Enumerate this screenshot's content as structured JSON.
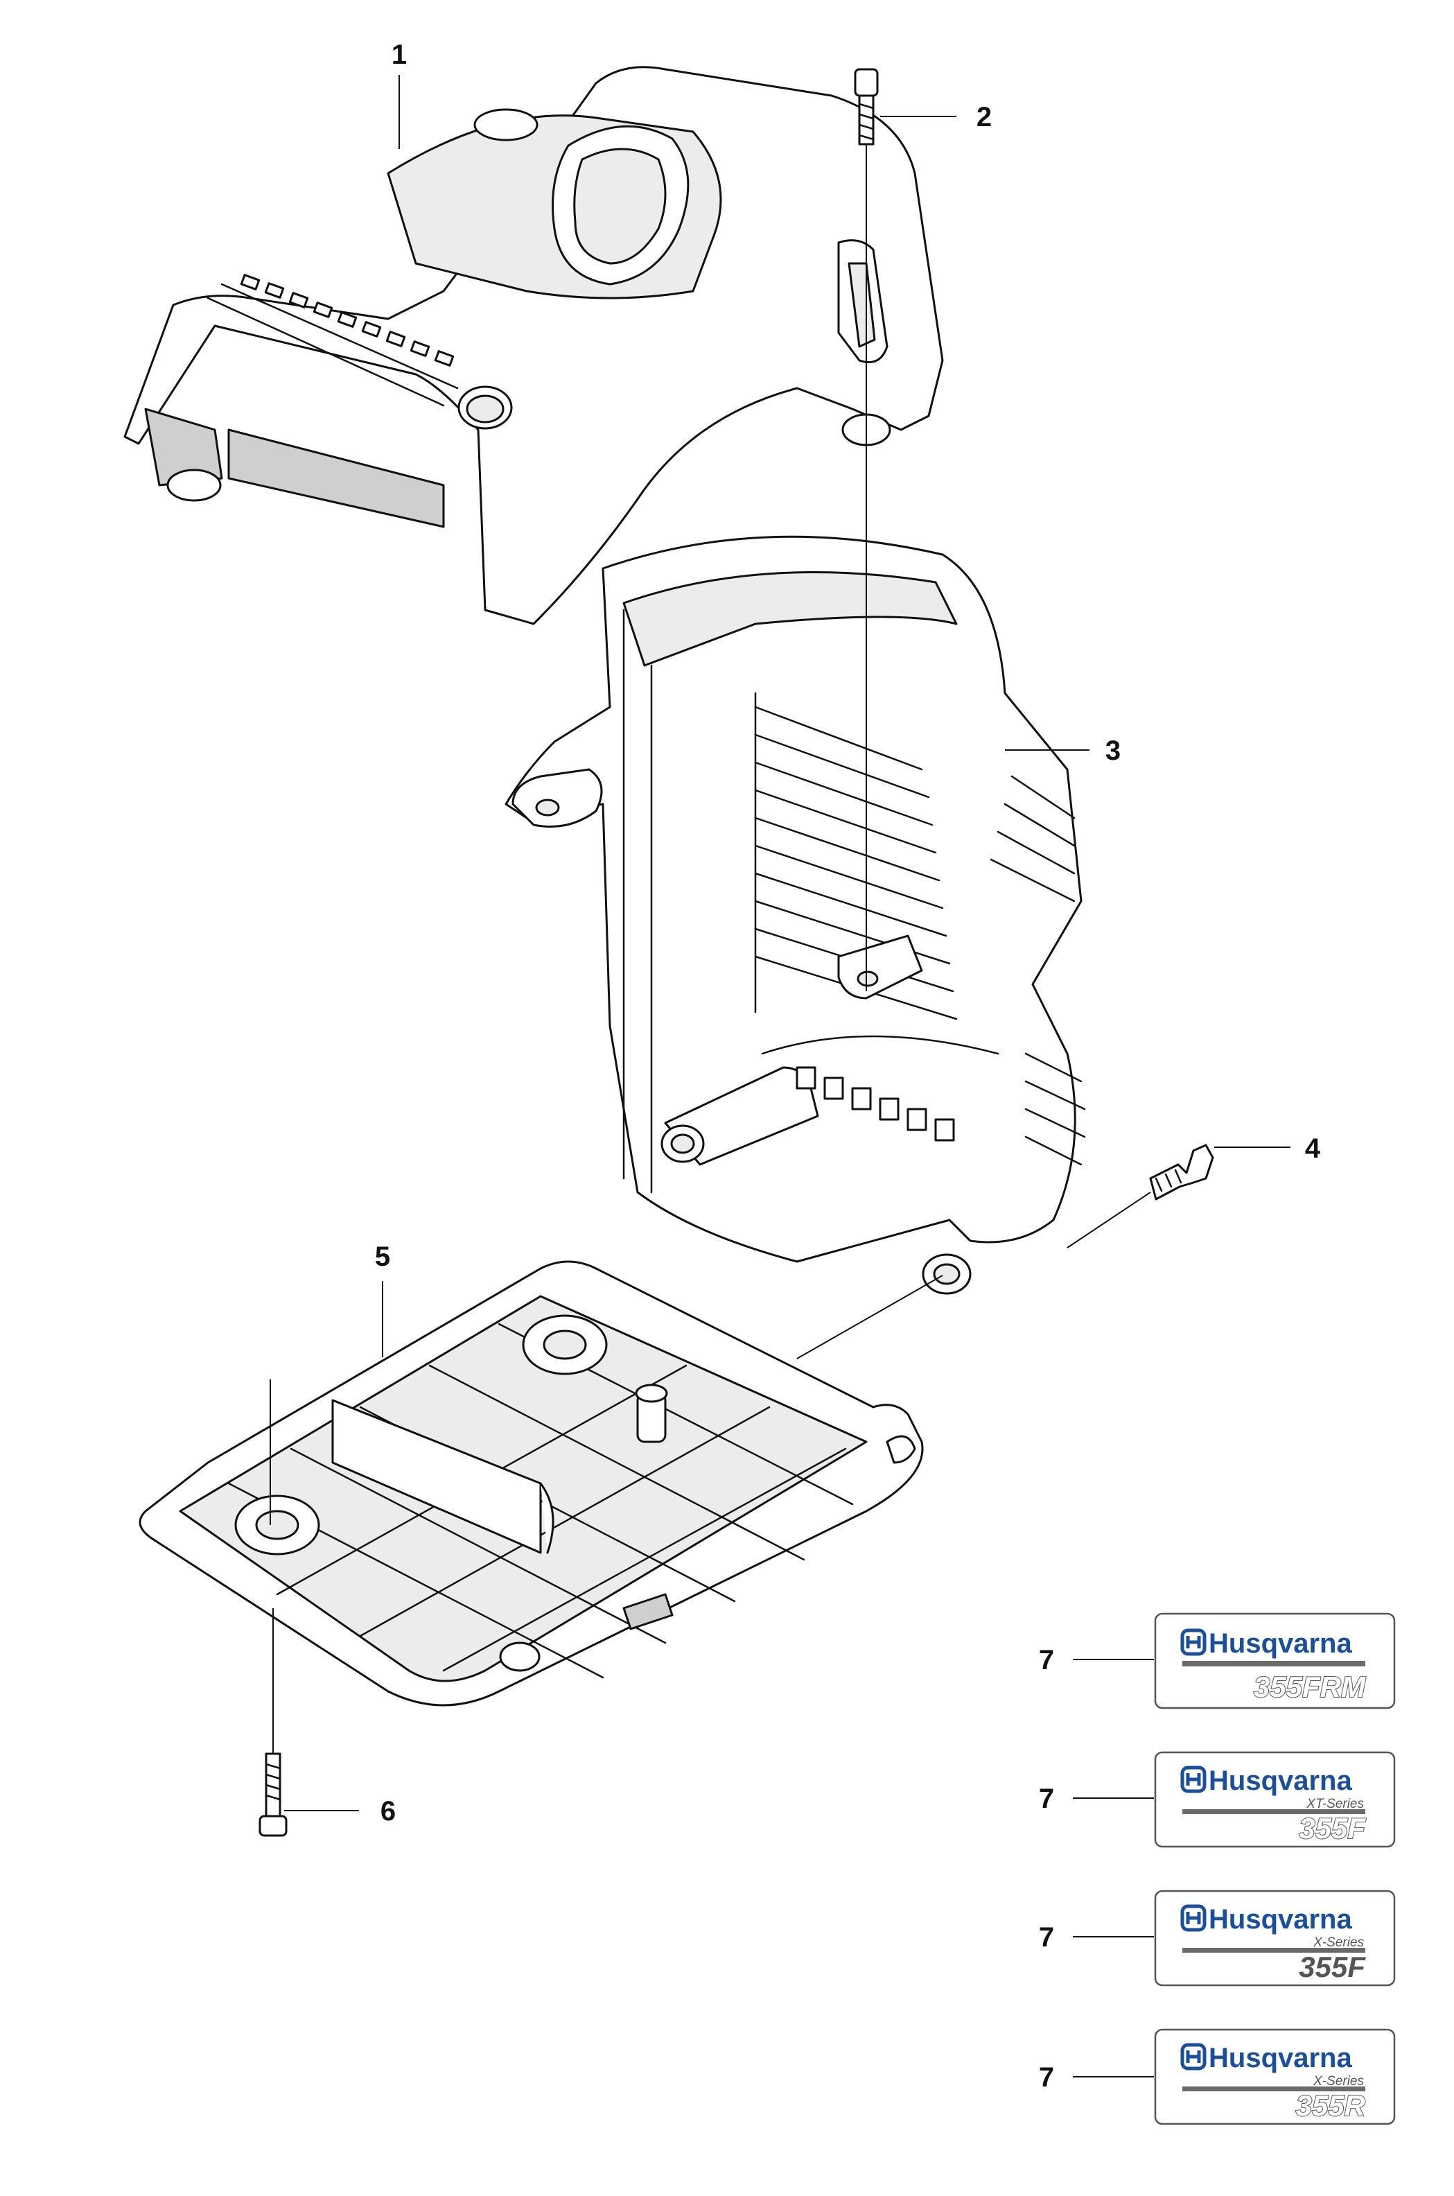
{
  "callouts": {
    "c1": "1",
    "c2": "2",
    "c3": "3",
    "c4": "4",
    "c5": "5",
    "c6": "6",
    "c7a": "7",
    "c7b": "7",
    "c7c": "7",
    "c7d": "7"
  },
  "decals": [
    {
      "brand": "Husqvarna",
      "series": "",
      "model": "355FRM"
    },
    {
      "brand": "Husqvarna",
      "series": "XT-Series",
      "model": "355F"
    },
    {
      "brand": "Husqvarna",
      "series": "X-Series",
      "model": "355F"
    },
    {
      "brand": "Husqvarna",
      "series": "X-Series",
      "model": "355R"
    }
  ],
  "colors": {
    "brand_blue": "#1b4f9c",
    "line": "#111111",
    "decal_gray": "#555555"
  },
  "icons": {
    "logo": "husqvarna-crown-logo"
  }
}
